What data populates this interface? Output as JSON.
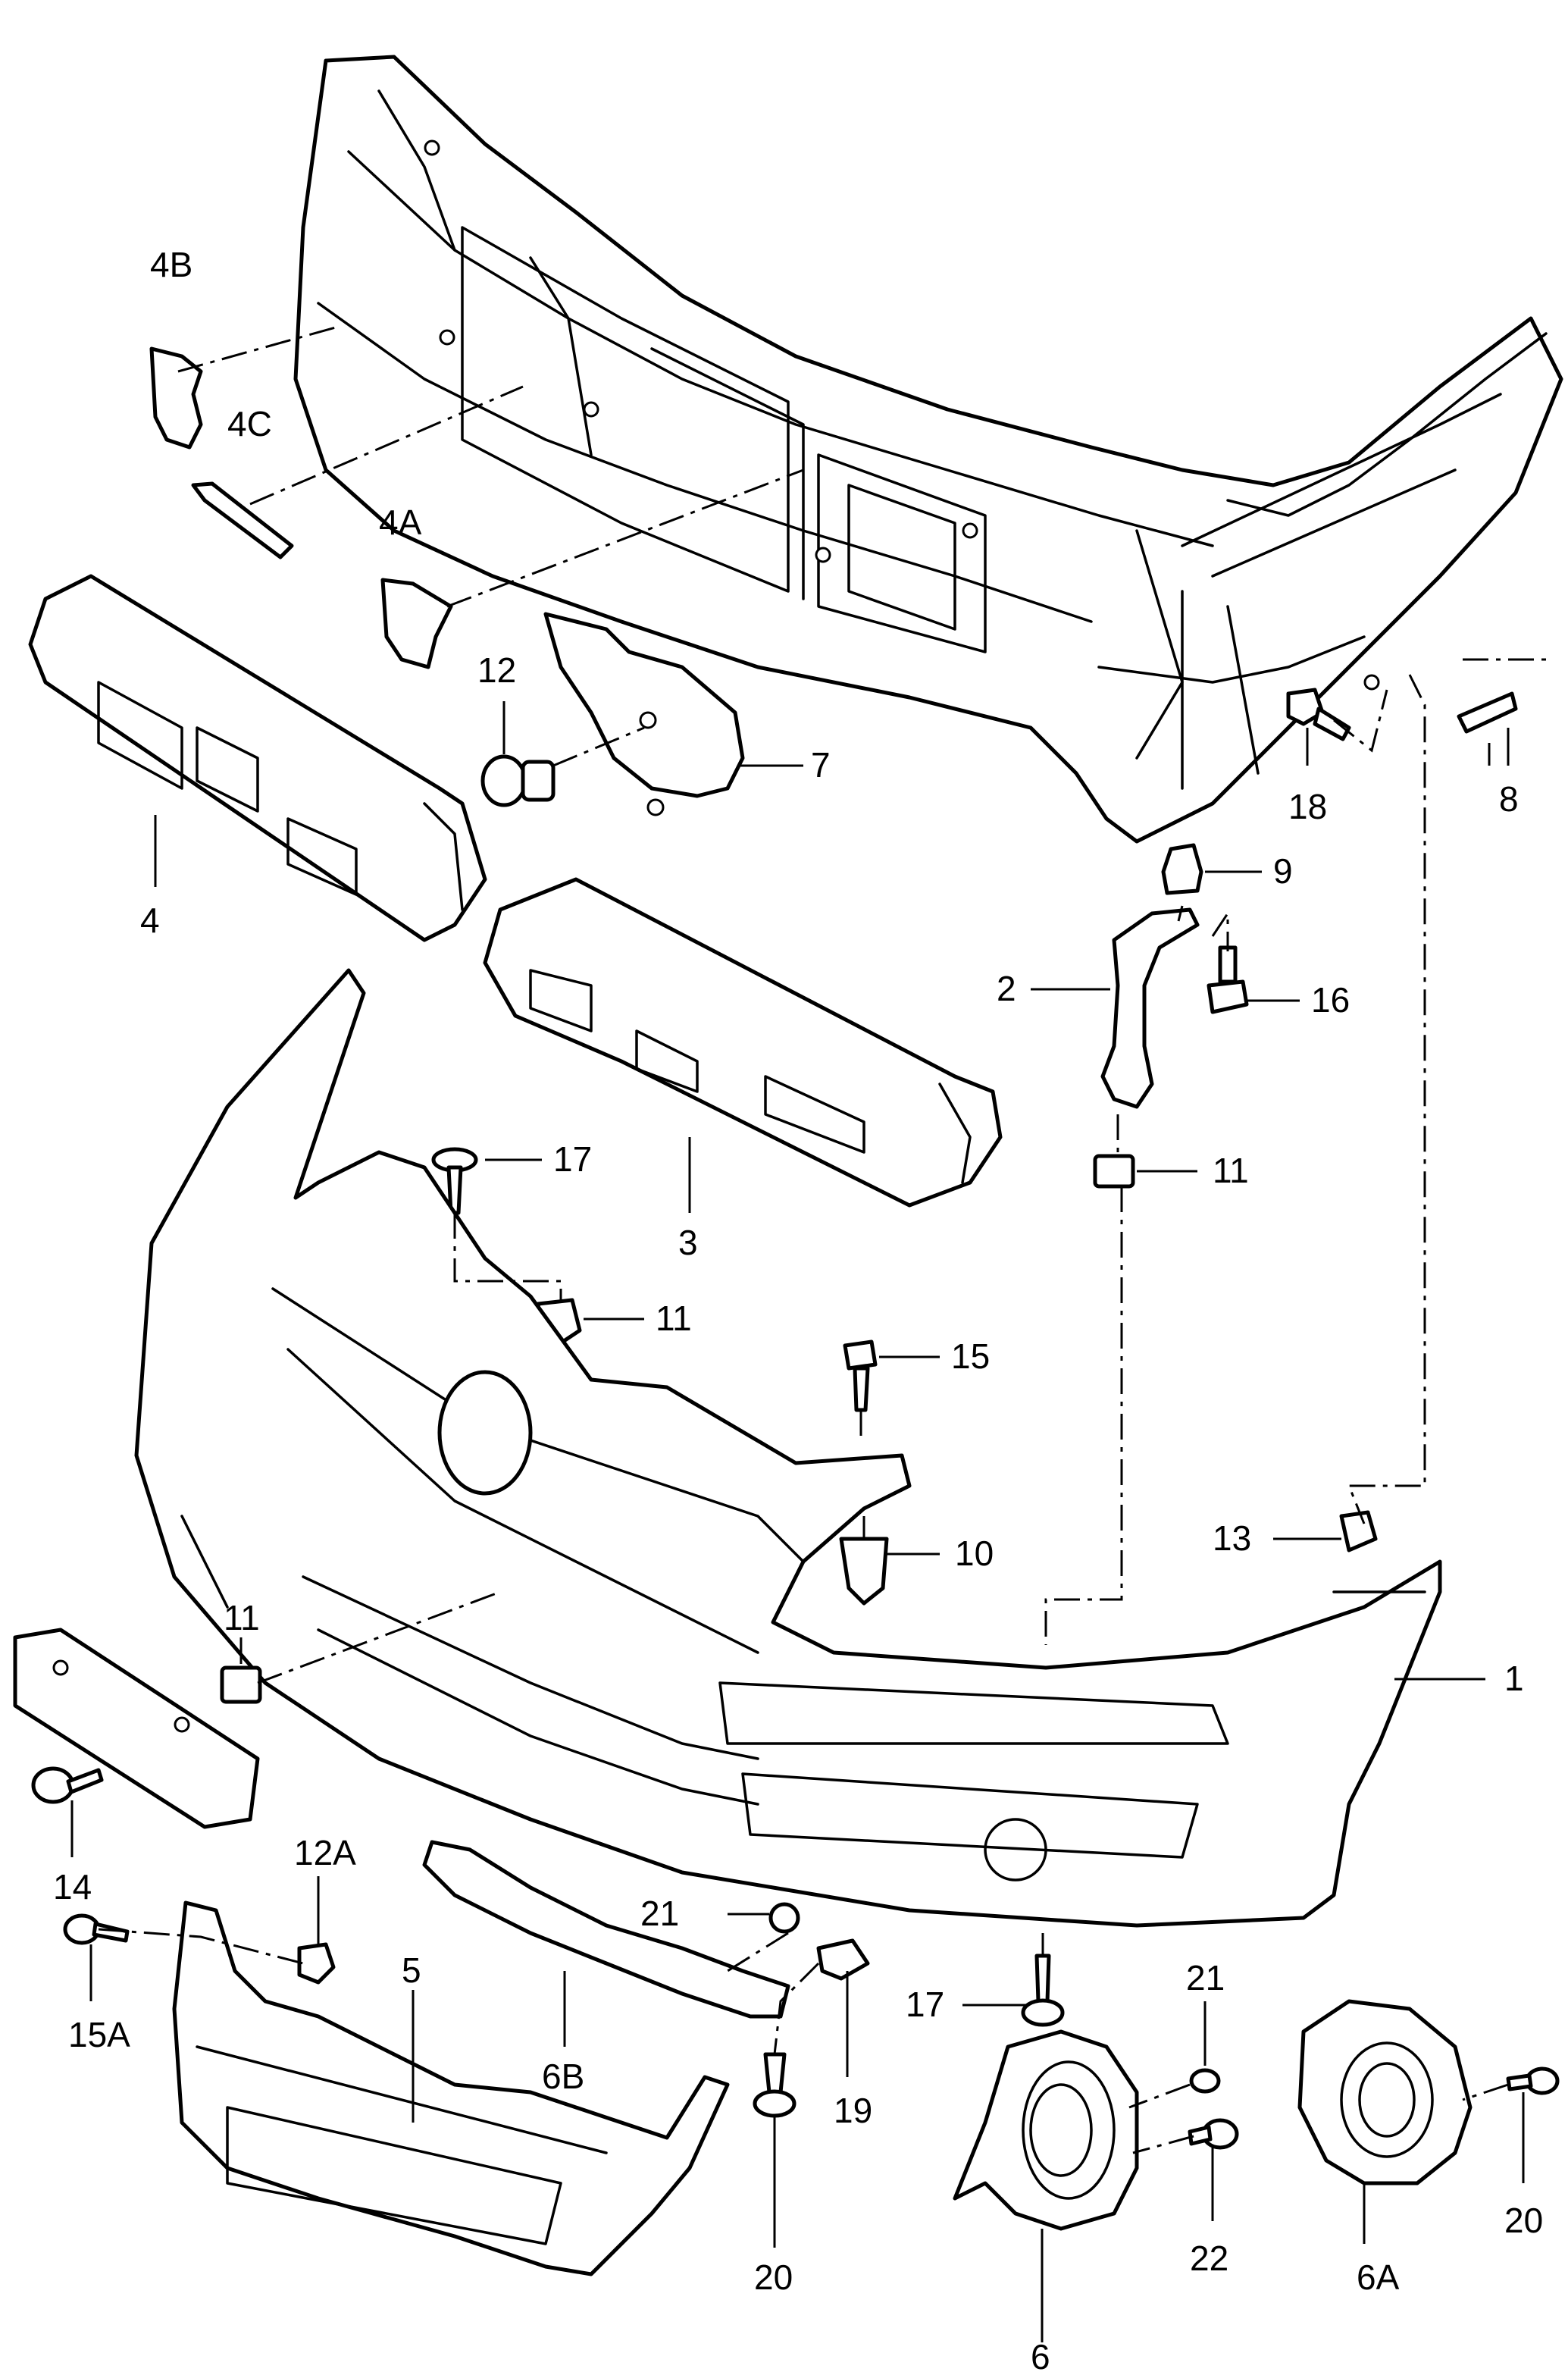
{
  "diagram": {
    "labels": {
      "p1": "1",
      "p2": "2",
      "p3": "3",
      "p4": "4",
      "p4A": "4A",
      "p4B": "4B",
      "p4C": "4C",
      "p5": "5",
      "p6": "6",
      "p6A": "6A",
      "p6B": "6B",
      "p7": "7",
      "p8": "8",
      "p9": "9",
      "p10": "10",
      "p11_top": "11",
      "p11_mid": "11",
      "p11_left": "11",
      "p12": "12",
      "p12A": "12A",
      "p13": "13",
      "p14": "14",
      "p15": "15",
      "p15A": "15A",
      "p16": "16",
      "p17_top": "17",
      "p17_bottom": "17",
      "p18": "18",
      "p19": "19",
      "p20_left": "20",
      "p20_right": "20",
      "p21_top": "21",
      "p21_right": "21",
      "p22": "22"
    }
  }
}
